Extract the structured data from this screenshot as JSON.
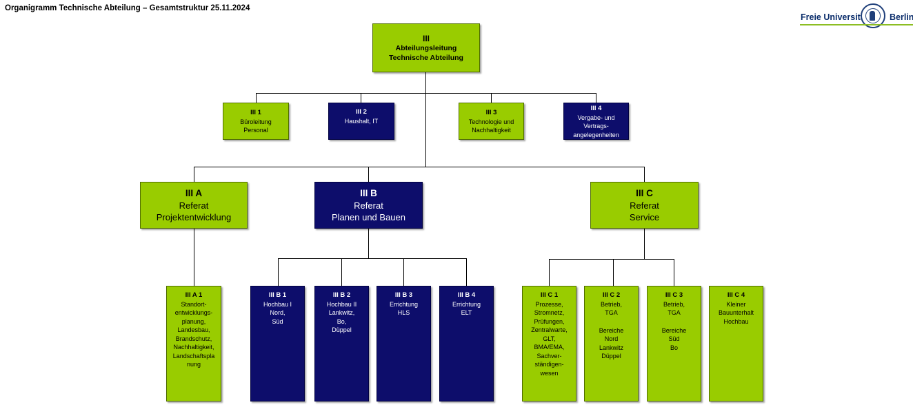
{
  "title": "Organigramm Technische Abteilung – Gesamtstruktur 25.11.2024",
  "logo": {
    "text_left": "Freie Universität",
    "text_right": "Berlin",
    "accent_color": "#8cbe22",
    "brand_color": "#0b2d6b",
    "seal_icon": "fu-berlin-seal-icon"
  },
  "colors": {
    "green": "#99cc00",
    "navy": "#0d0d6b",
    "line": "#000000"
  },
  "units": {
    "root": {
      "code": "III",
      "label": "Abteilungsleitung\nTechnische Abteilung",
      "color": "green"
    },
    "III1": {
      "code": "III 1",
      "label": "Büroleitung\nPersonal",
      "color": "green"
    },
    "III2": {
      "code": "III 2",
      "label": "Haushalt, IT",
      "color": "navy"
    },
    "III3": {
      "code": "III 3",
      "label": "Technologie und\nNachhaltigkeit",
      "color": "green"
    },
    "III4": {
      "code": "III 4",
      "label": "Vergabe- und\nVertrags-\nangelegenheiten",
      "color": "navy"
    },
    "IIIA": {
      "code": "III A",
      "label": "Referat\nProjektentwicklung",
      "color": "green"
    },
    "IIIB": {
      "code": "III B",
      "label": "Referat\nPlanen und Bauen",
      "color": "navy"
    },
    "IIIC": {
      "code": "III C",
      "label": "Referat\nService",
      "color": "green"
    },
    "IIIA1": {
      "code": "III A 1",
      "label": "Standort-\nentwicklungs-\nplanung,\nLandesbau,\nBrandschutz,\nNachhaltigkeit,\nLandschaftspla\nnung",
      "color": "green"
    },
    "IIIB1": {
      "code": "III B 1",
      "label": "Hochbau I\nNord,\nSüd",
      "color": "navy"
    },
    "IIIB2": {
      "code": "III B 2",
      "label": "Hochbau II\nLankwitz,\nBo,\nDüppel",
      "color": "navy"
    },
    "IIIB3": {
      "code": "III B 3",
      "label": "Errichtung\nHLS",
      "color": "navy"
    },
    "IIIB4": {
      "code": "III B 4",
      "label": "Errichtung\nELT",
      "color": "navy"
    },
    "IIIC1": {
      "code": "III C 1",
      "label": "Prozesse,\nStromnetz,\nPrüfungen,\nZentralwarte,\nGLT,\nBMA/EMA,\nSachver-\nständigen-\nwesen",
      "color": "green"
    },
    "IIIC2": {
      "code": "III C 2",
      "label": "Betrieb,\nTGA",
      "label2": "Bereiche\nNord\nLankwitz\nDüppel",
      "color": "green"
    },
    "IIIC3": {
      "code": "III C 3",
      "label": "Betrieb,\nTGA",
      "label2": "Bereiche\nSüd\nBo",
      "color": "green"
    },
    "IIIC4": {
      "code": "III C 4",
      "label": "Kleiner\nBauunterhalt\nHochbau",
      "color": "green"
    }
  }
}
